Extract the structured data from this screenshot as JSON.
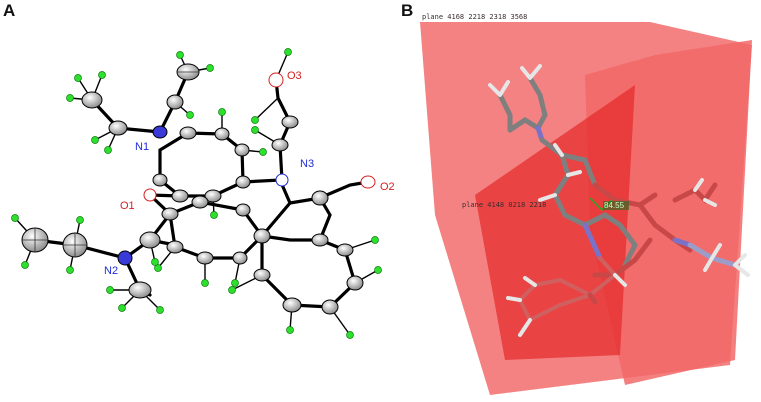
{
  "panel_a": {
    "letter": "A",
    "atoms": {
      "o3": "O3",
      "n1": "N1",
      "n3": "N3",
      "o1": "O1",
      "o2": "O2",
      "n2": "N2"
    },
    "colors": {
      "oxygen": "#d62020",
      "nitrogen": "#1f2bd6",
      "hydrogen": "#2ee02e",
      "bond": "#000000",
      "carbon": "#9a9a9a"
    }
  },
  "panel_b": {
    "letter": "B",
    "plane_label_top": "plane 4168 2218 2318 3568",
    "plane_label_mid": "plane 4148 0218 2218",
    "angle_value": "84.55",
    "colors": {
      "plane": "#f26262",
      "plane_dark": "#e83838",
      "carbon": "#7f7f7f",
      "nitrogen": "#7a72c8",
      "oxygen": "#d63a3a",
      "hydrogen": "#e2e2e2",
      "angle": "#22aa22"
    }
  }
}
